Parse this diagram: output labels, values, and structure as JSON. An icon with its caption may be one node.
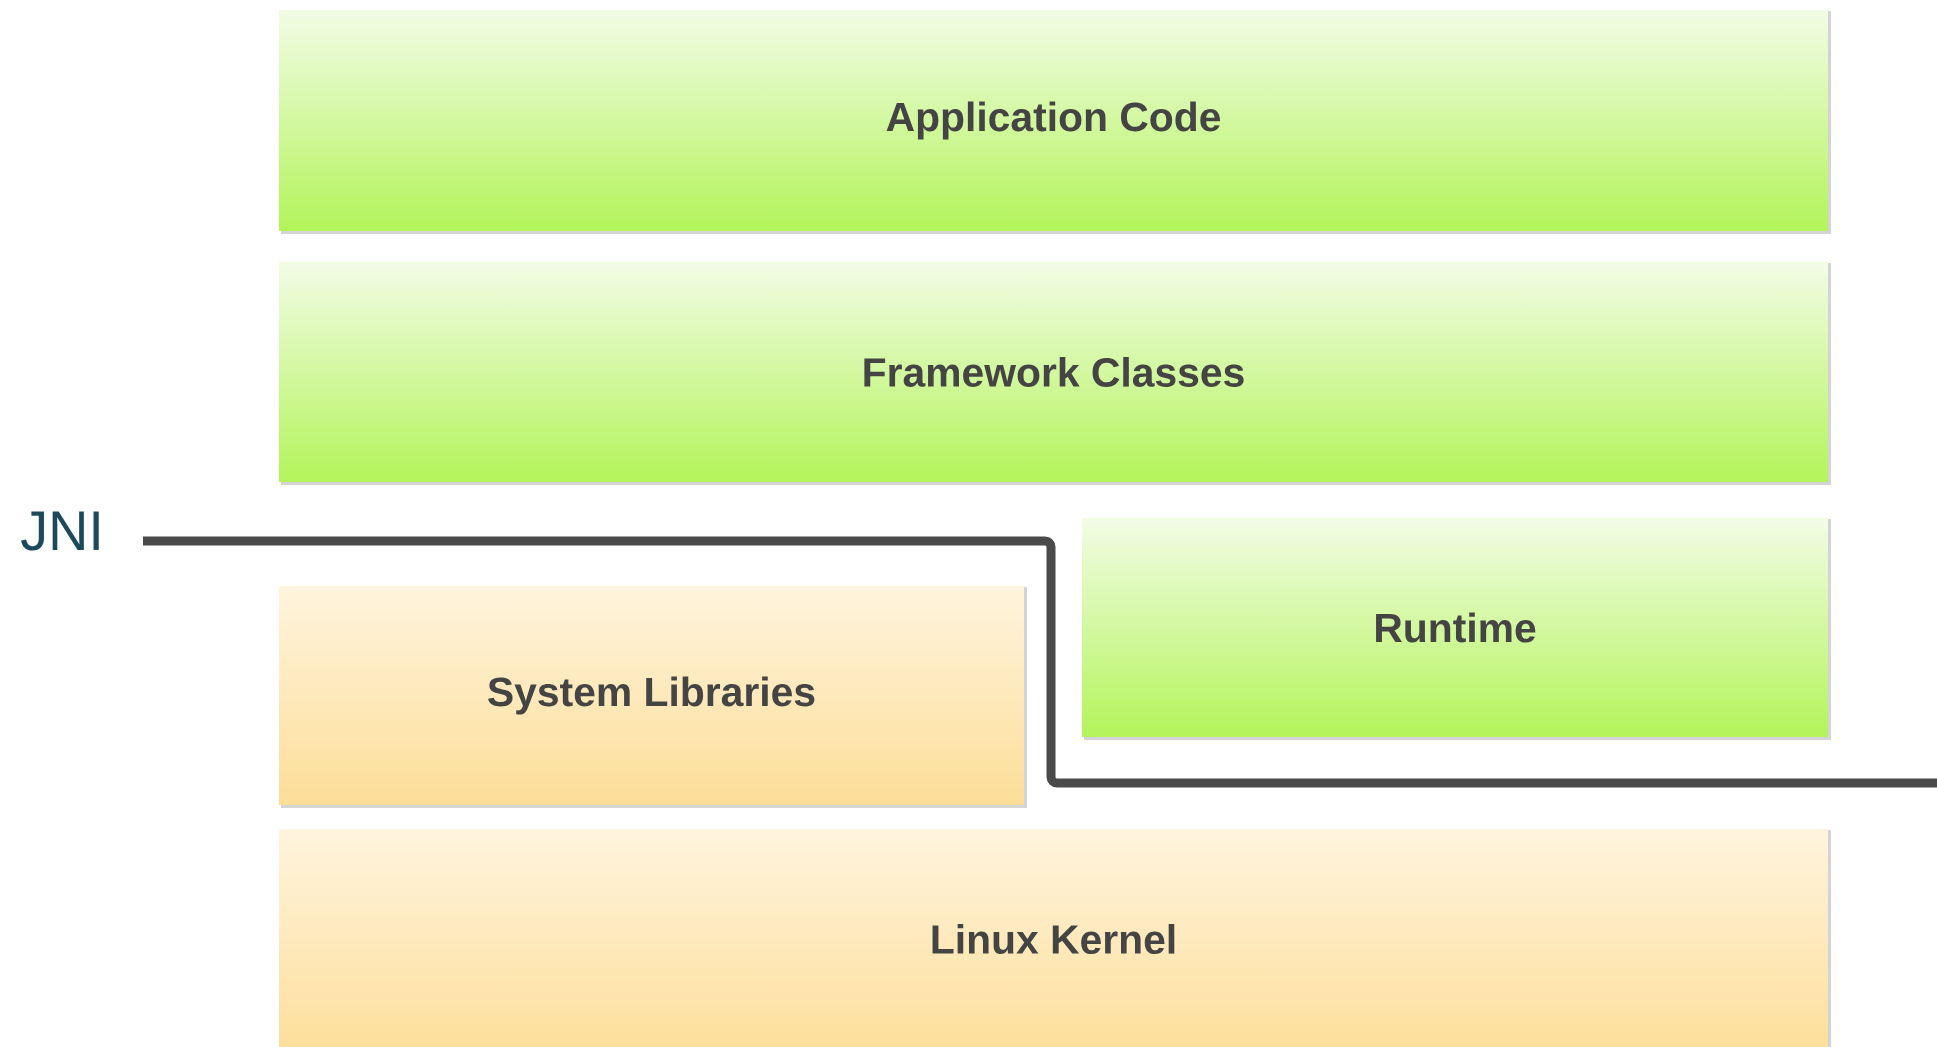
{
  "diagram": {
    "nodes": [
      {
        "text": [
          "Application Code"
        ]
      },
      {
        "text": [
          "Framework Classes"
        ]
      },
      {
        "text": [
          "Runtime"
        ]
      },
      {
        "text": [
          "System Libraries"
        ]
      },
      {
        "text": [
          "Linux Kernel"
        ]
      }
    ],
    "labels": [
      "JNI"
    ]
  }
}
